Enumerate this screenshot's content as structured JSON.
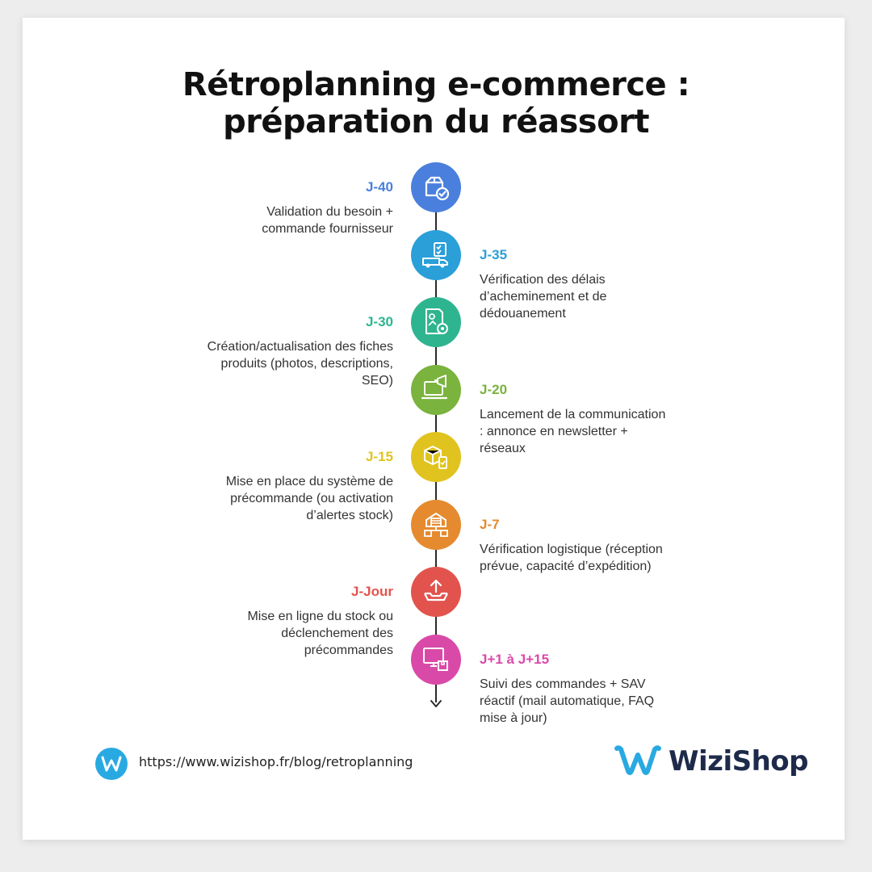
{
  "title": {
    "line1": "Rétroplanning e-commerce :",
    "line2": "préparation du réassort"
  },
  "steps": [
    {
      "tag": "J-40",
      "desc": [
        "Validation du besoin +",
        "commande fournisseur"
      ],
      "side": "left",
      "color": "#4a7fdd",
      "icon": "box-check-icon"
    },
    {
      "tag": "J-35",
      "desc": [
        "Vérification des délais",
        "d’acheminement et de",
        "dédouanement"
      ],
      "side": "right",
      "color": "#2a9fd8",
      "icon": "delivery-truck-icon"
    },
    {
      "tag": "J-30",
      "desc": [
        "Création/actualisation des fiches",
        "produits (photos, descriptions,",
        "SEO)"
      ],
      "side": "left",
      "color": "#2eb58f",
      "icon": "product-sheet-gear-icon"
    },
    {
      "tag": "J-20",
      "desc": [
        "Lancement de la communication",
        ": annonce en newsletter +",
        "réseaux"
      ],
      "side": "right",
      "color": "#7ab33d",
      "icon": "laptop-megaphone-icon"
    },
    {
      "tag": "J-15",
      "desc": [
        "Mise en place du système de",
        "précommande (ou activation",
        "d’alertes stock)"
      ],
      "side": "left",
      "color": "#e0c31f",
      "icon": "box-phone-icon"
    },
    {
      "tag": "J-7",
      "desc": [
        "Vérification logistique (réception",
        "prévue, capacité d’expédition)"
      ],
      "side": "right",
      "color": "#e58a2e",
      "icon": "warehouse-icon"
    },
    {
      "tag": "J-Jour",
      "desc": [
        "Mise en ligne du stock ou",
        "déclenchement des",
        "précommandes"
      ],
      "side": "left",
      "color": "#e2534d",
      "icon": "upload-tray-icon"
    },
    {
      "tag": "J+1 à J+15",
      "desc": [
        "Suivi des commandes + SAV",
        "réactif (mail automatique, FAQ",
        "mise à jour)"
      ],
      "side": "right",
      "color": "#d94aa8",
      "icon": "monitor-package-icon"
    }
  ],
  "footer": {
    "url": "https://www.wizishop.fr/blog/retroplanning",
    "brand_name": "WiziShop",
    "brand_color": "#29a9e1"
  }
}
